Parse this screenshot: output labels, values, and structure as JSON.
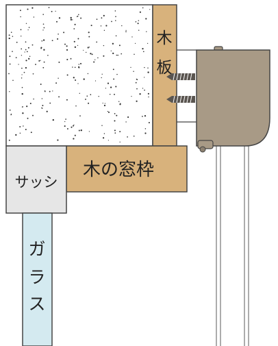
{
  "labels": {
    "board_top": "木",
    "board_bottom": "板",
    "frame": "木の窓枠",
    "sash": "サッシ",
    "glass_1": "ガ",
    "glass_2": "ラ",
    "glass_3": "ス"
  },
  "colors": {
    "wall": "#ffffff",
    "wood": "#d8b27c",
    "sash": "#e6e6e6",
    "glass": "#d4eaf0",
    "box": "#a89a86",
    "screw": "#5a5550",
    "rod": "#999999",
    "outline": "#444444"
  }
}
